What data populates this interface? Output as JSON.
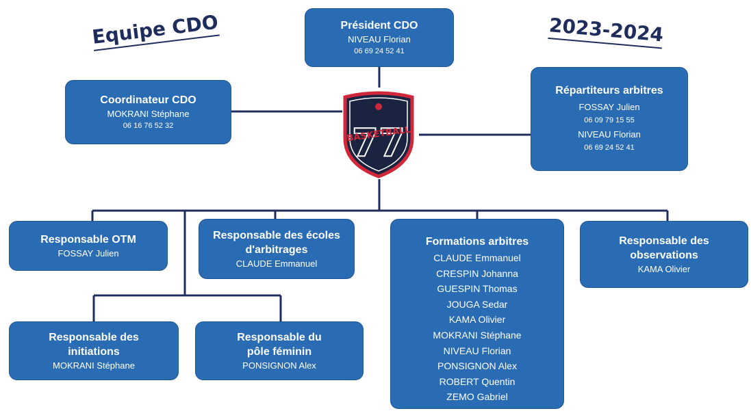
{
  "titles": {
    "team": "Equipe CDO",
    "season": "2023-2024"
  },
  "president": {
    "title": "Président CDO",
    "name": "NIVEAU Florian",
    "phone": "06 69 24 52 41"
  },
  "coordinator": {
    "title": "Coordinateur CDO",
    "name": "MOKRANI Stéphane",
    "phone": "06 16 76 52 32"
  },
  "referee_dispatchers": {
    "title": "Répartiteurs arbitres",
    "people": [
      {
        "name": "FOSSAY Julien",
        "phone": "06 09 79 15 55"
      },
      {
        "name": "NIVEAU Florian",
        "phone": "06 69 24 52 41"
      }
    ]
  },
  "logo": {
    "text": "BASKETBALL",
    "number": "77"
  },
  "otm": {
    "title": "Responsable OTM",
    "name": "FOSSAY Julien"
  },
  "refereeing_schools": {
    "title_line1": "Responsable des écoles",
    "title_line2": "d'arbitrages",
    "name": "CLAUDE Emmanuel"
  },
  "referee_training": {
    "title": "Formations arbitres",
    "names": [
      "CLAUDE Emmanuel",
      "CRESPIN Johanna",
      "GUESPIN Thomas",
      "JOUGA Sedar",
      "KAMA Olivier",
      "MOKRANI Stéphane",
      "NIVEAU Florian",
      "PONSIGNON Alex",
      "ROBERT Quentin",
      "ZEMO Gabriel"
    ]
  },
  "observations": {
    "title_line1": "Responsable des",
    "title_line2": "observations",
    "name": "KAMA Olivier"
  },
  "initiations": {
    "title_line1": "Responsable des",
    "title_line2": "initiations",
    "name": "MOKRANI Stéphane"
  },
  "women_division": {
    "title_line1": "Responsable du",
    "title_line2": "pôle féminin",
    "name": "PONSIGNON Alex"
  },
  "colors": {
    "box": "#2a6cb3",
    "line": "#1f2d5c",
    "title": "#1f2d5c",
    "logo_red": "#d0283a",
    "logo_navy": "#1a2340"
  }
}
